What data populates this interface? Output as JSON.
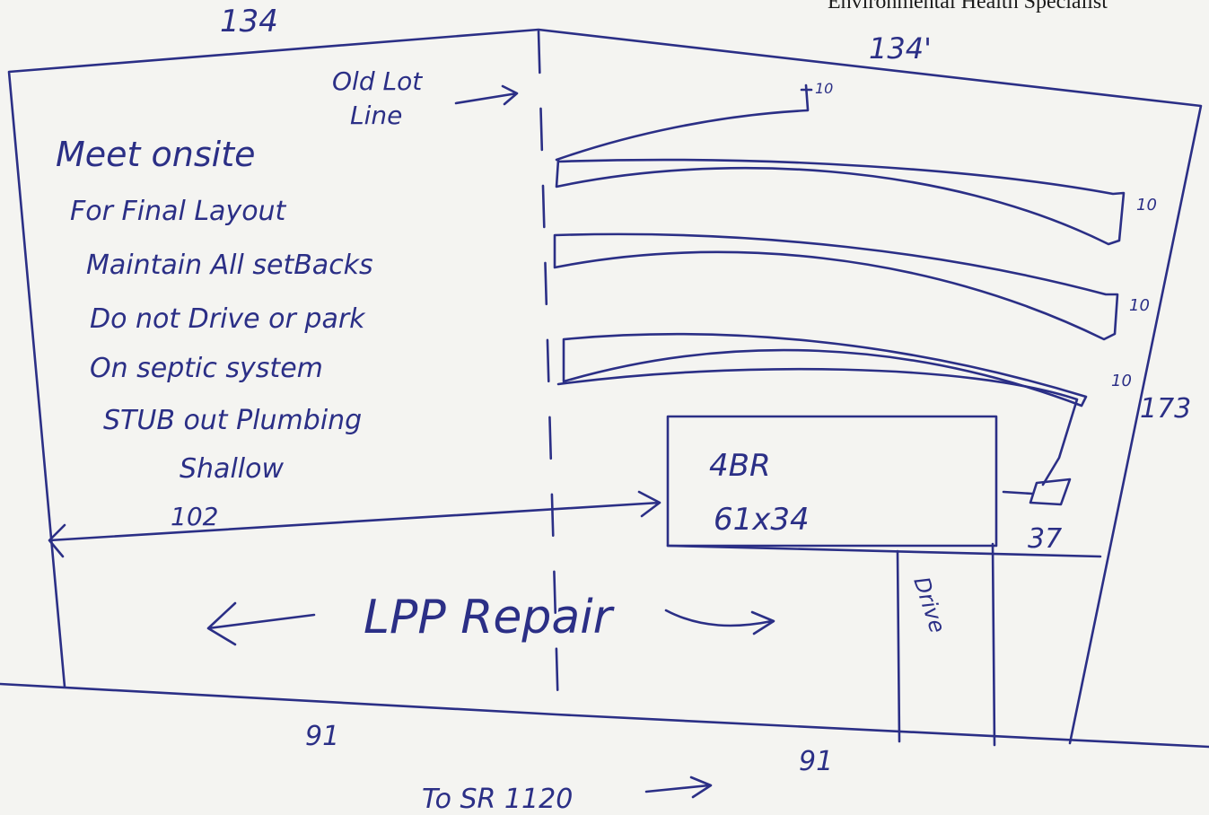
{
  "header": {
    "title": "Environmental Health Specialist"
  },
  "dimensions": {
    "top_left": "134",
    "top_right": "134'",
    "right": "173",
    "bottom_left": "91",
    "bottom_right": "91",
    "setback": "102",
    "tank_offset": "37",
    "top_gap": "10",
    "trench_spacing": [
      "10",
      "10",
      "10"
    ]
  },
  "labels": {
    "old_lot_line": [
      "Old Lot",
      "Line"
    ],
    "notes": [
      "Meet onsite",
      "For Final Layout",
      "Maintain All setBacks",
      "Do not Drive or park",
      "On septic system",
      "STUB out Plumbing",
      "Shallow"
    ],
    "house": [
      "4BR",
      "61x34"
    ],
    "area": "LPP Repair",
    "drive": "Drive",
    "road": "To SR 1120"
  }
}
